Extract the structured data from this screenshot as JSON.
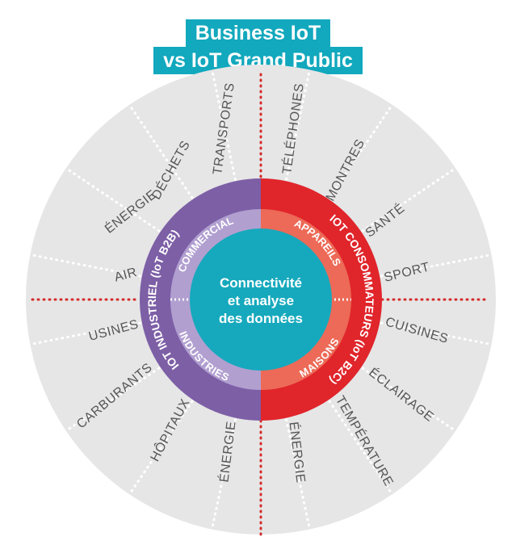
{
  "title": {
    "line1": "Business IoT",
    "line2": "vs IoT Grand Public"
  },
  "colors": {
    "title_bg": "#12a8bd",
    "outer_disc": "#e6e6e6",
    "b2b": "#7d5fa6",
    "b2b_light": "#b19fd0",
    "b2c": "#e0252b",
    "b2c_light": "#ec6a57",
    "core": "#16a9bd",
    "divider": "#d62a2a"
  },
  "core": {
    "line1": "Connectivité",
    "line2": "et analyse",
    "line3": "des données"
  },
  "rings": {
    "b2b_outer": "IOT INDUSTRIEL (IoT B2B)",
    "b2b_commercial": "COMMERCIAL",
    "b2b_industries": "INDUSTRIES",
    "b2c_outer": "IOT CONSOMMATEURS (IoT B2C)",
    "b2c_appareils": "APPAREILS",
    "b2c_maisons": "MAISONS"
  },
  "sectors": {
    "transports": "TRANSPORTS",
    "dechets": "DÉCHETS",
    "energie_b2b_top": "ÉNERGIE",
    "air": "AIR",
    "usines": "USINES",
    "carburants": "CARBURANTS",
    "hopitaux": "HÔPITAUX",
    "energie_b2b_bottom": "ÉNERGIE",
    "telephones": "TÉLÉPHONES",
    "montres": "MONTRES",
    "sante": "SANTÉ",
    "sport": "SPORT",
    "cuisines": "CUISINES",
    "eclairage": "ÉCLAIRAGE",
    "temperature": "TEMPÉRATURE",
    "energie_b2c_bottom": "ÉNERGIE"
  }
}
